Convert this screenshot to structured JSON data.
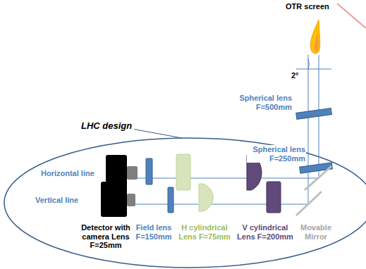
{
  "diagram": {
    "labels": [
      "OTR screen",
      "2°",
      "Spherical lens F=500mm",
      "Spherical lens F=250mm",
      "LHC design",
      "Horizontal line",
      "Vertical line",
      "Detector with camera Lens F=25mm",
      "Field lens F=150mm",
      "H cylindrical Lens F=75mm",
      "V cylindrical Lens F=200mm",
      "Movable Mirror"
    ]
  }
}
